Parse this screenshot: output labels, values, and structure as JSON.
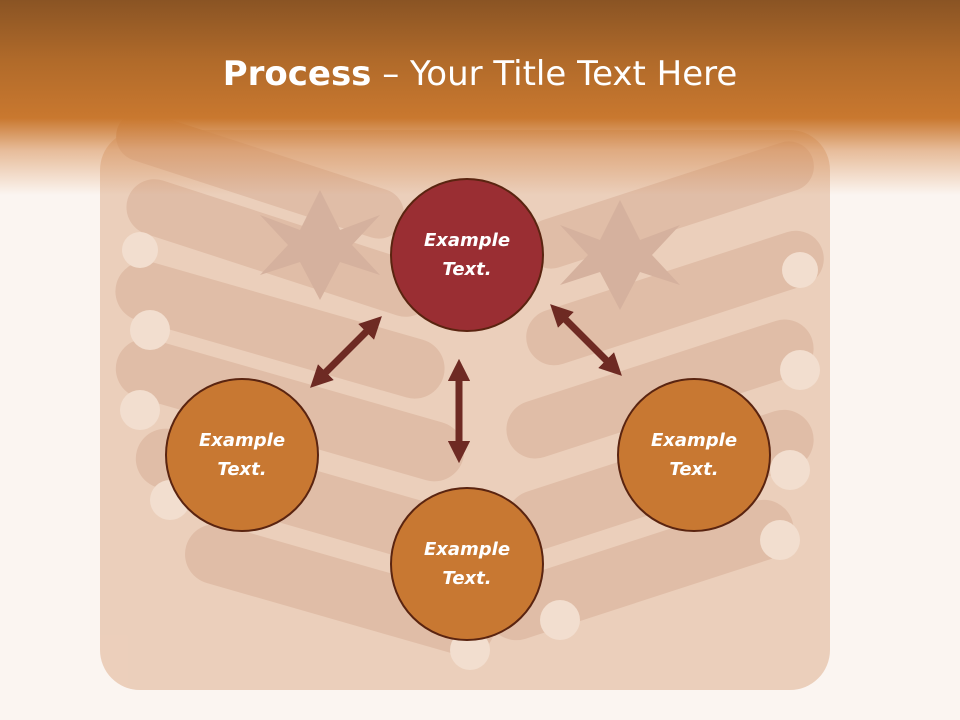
{
  "slide": {
    "title_bold": "Process",
    "title_rest": " – Your Title Text Here"
  },
  "nodes": [
    {
      "line1": "Example",
      "line2": "Text."
    },
    {
      "line1": "Example",
      "line2": "Text."
    },
    {
      "line1": "Example",
      "line2": "Text."
    },
    {
      "line1": "Example",
      "line2": "Text."
    }
  ],
  "colors": {
    "header": "#b06a2a",
    "center_node": "#9a2e33",
    "outer_node": "#c87832",
    "arrow": "#6e2a23",
    "background": "#fbf5f1"
  },
  "icons": {
    "arrows": "double-headed-arrow"
  }
}
